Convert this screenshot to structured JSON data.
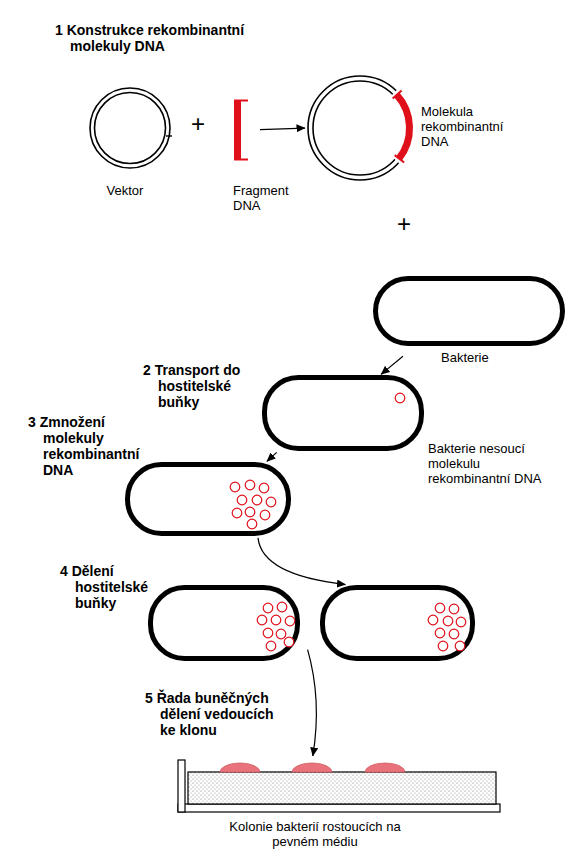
{
  "diagram": {
    "nodes": [
      {
        "text": [
          "Vektor"
        ]
      },
      {
        "text": [
          "Fragment DNA"
        ]
      },
      {
        "text": [
          "Molekula rekombinantní DNA"
        ]
      },
      {
        "text": [
          "Bakterie"
        ]
      },
      {
        "text": [
          "2 Transport do hostitelské buňky",
          "Bakterie nesoucí molekulu rekombinantní DNA"
        ]
      },
      {
        "text": [
          "3 Zmnožení molekuly rekombinantní DNA"
        ]
      },
      {
        "text": [
          "4 Dělení hostitelské buňky"
        ]
      },
      {
        "text": []
      },
      {
        "text": [
          "5 Řada buněčných dělení vedoucích ke klonu",
          "Kolonie bakterií rostoucích na pevném médiu"
        ]
      }
    ],
    "edges": [
      {
        "from": 1,
        "to": 2,
        "arrow": "to"
      },
      {
        "from": 3,
        "to": 4,
        "arrow": "to"
      },
      {
        "from": 4,
        "to": 5,
        "arrow": "to"
      },
      {
        "from": 5,
        "to": 7,
        "arrow": "to"
      },
      {
        "from": 6,
        "to": 8,
        "arrow": "to"
      }
    ],
    "labels": [
      "1 Konstrukce rekombinantní molekuly DNA",
      "+",
      "+"
    ]
  }
}
